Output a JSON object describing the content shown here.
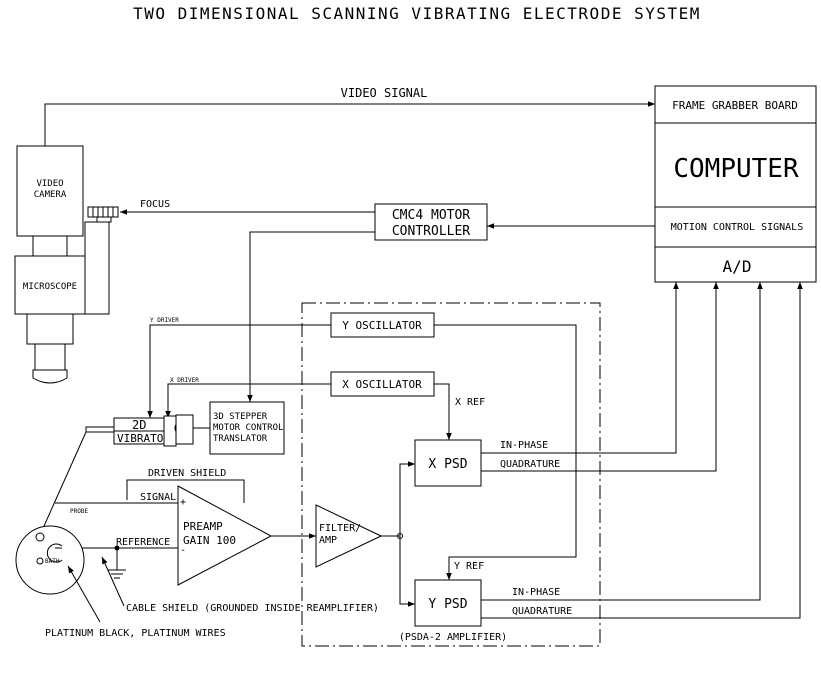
{
  "title": "TWO DIMENSIONAL SCANNING VIBRATING ELECTRODE SYSTEM",
  "signals": {
    "video": "VIDEO SIGNAL",
    "focus": "FOCUS",
    "y_driver": "Y DRIVER",
    "x_driver": "X DRIVER",
    "x_ref": "X REF",
    "y_ref": "Y REF",
    "in_phase": "IN-PHASE",
    "quadrature": "QUADRATURE",
    "driven_shield": "DRIVEN SHIELD",
    "signal": "SIGNAL",
    "probe": "PROBE",
    "reference": "REFERENCE"
  },
  "blocks": {
    "frame_grabber": "FRAME GRABBER BOARD",
    "computer": "COMPUTER",
    "motion_control": "MOTION CONTROL SIGNALS",
    "ad": "A/D",
    "cmc4_line1": "CMC4 MOTOR",
    "cmc4_line2": "CONTROLLER",
    "video_camera_line1": "VIDEO",
    "video_camera_line2": "CAMERA",
    "microscope": "MICROSCOPE",
    "y_oscillator": "Y OSCILLATOR",
    "x_oscillator": "X OSCILLATOR",
    "x_psd": "X PSD",
    "y_psd": "Y PSD",
    "vibrator_2d": "2D",
    "vibrator_label": "VIBRATOR",
    "stepper_line1": "3D STEPPER",
    "stepper_line2": "MOTOR CONTROL",
    "stepper_line3": "TRANSLATOR",
    "preamp_line1": "PREAMP",
    "preamp_line2": "GAIN 100",
    "preamp_plus": "+",
    "preamp_minus": "-",
    "filter_line1": "FILTER/",
    "filter_line2": "AMP",
    "bath": "BATH",
    "psda_amplifier": "(PSDA-2 AMPLIFIER)"
  },
  "annotations": {
    "cable_shield": "CABLE SHIELD (GROUNDED INSIDE REAMPLIFIER)",
    "platinum": "PLATINUM BLACK, PLATINUM WIRES"
  }
}
